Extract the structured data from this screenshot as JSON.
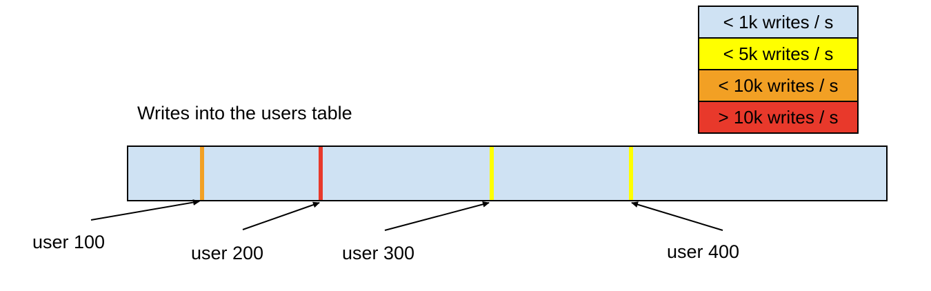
{
  "title": "Writes into the users table",
  "colors": {
    "band_fill": "#cfe2f3",
    "outline": "#000000",
    "lt1k": "#cfe2f3",
    "lt5k": "#ffff00",
    "lt10k": "#f2a024",
    "gt10k": "#e8392b"
  },
  "legend": {
    "items": [
      {
        "label": "< 1k writes / s",
        "color": "#cfe2f3"
      },
      {
        "label": "< 5k writes / s",
        "color": "#ffff00"
      },
      {
        "label": "< 10k writes / s",
        "color": "#f2a024"
      },
      {
        "label": "> 10k writes / s",
        "color": "#e8392b"
      }
    ]
  },
  "markers": [
    {
      "label": "user 100",
      "rate": "< 10k writes / s",
      "color": "#f2a024"
    },
    {
      "label": "user 200",
      "rate": "> 10k writes / s",
      "color": "#e8392b"
    },
    {
      "label": "user 300",
      "rate": "< 5k writes / s",
      "color": "#ffff00"
    },
    {
      "label": "user 400",
      "rate": "< 5k writes / s",
      "color": "#ffff00"
    }
  ]
}
